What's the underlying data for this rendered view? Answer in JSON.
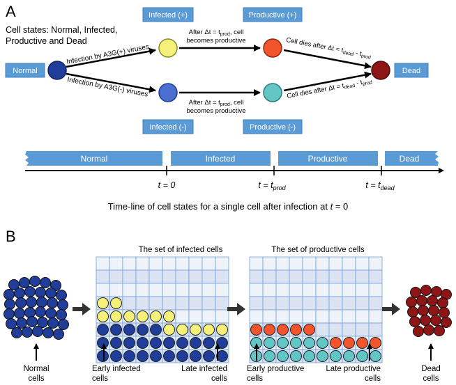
{
  "panel_a": {
    "label": "A",
    "cell_states_line1": "Cell states: Normal, Infected,",
    "cell_states_line2": "Productive and Dead",
    "boxes": {
      "normal": "Normal",
      "dead": "Dead",
      "infected_plus": "Infected (+)",
      "productive_plus": "Productive (+)",
      "infected_minus": "Infected (-)",
      "productive_minus": "Productive (-)"
    },
    "arrows": {
      "infection_plus": "Infection by A3G(+) viruses",
      "infection_minus": "Infection by A3G(-) viruses",
      "becomes_prod_line1_plus": "After Δt = t",
      "prod_sub": "prod",
      "becomes_prod_suffix": ", cell",
      "becomes_prod_line2": "becomes productive",
      "dies_prefix": "Cell dies after Δt = t",
      "dead_sub": "dead",
      "minus_t": " - t",
      "prod_sub2": "prod"
    },
    "timeline": {
      "segments": [
        "Normal",
        "Infected",
        "Productive",
        "Dead"
      ],
      "t0": "t = 0",
      "tprod_t": "t = t",
      "tprod_sub": "prod",
      "tdead_t": "t = t",
      "tdead_sub": "dead",
      "caption_prefix": "Time-line of cell states for a single cell after infection at ",
      "caption_t": "t",
      "caption_suffix": " = 0"
    }
  },
  "panel_b": {
    "label": "B",
    "infected_title": "The set of infected cells",
    "productive_title": "The set of productive cells",
    "labels": {
      "normal": [
        "Normal",
        "cells"
      ],
      "early_infected": [
        "Early infected",
        "cells"
      ],
      "late_infected": [
        "Late infected",
        "cells"
      ],
      "early_productive": [
        "Early productive",
        "cells"
      ],
      "late_productive": [
        "Late productive",
        "cells"
      ],
      "dead": [
        "Dead",
        "cells"
      ]
    }
  },
  "colors": {
    "box_blue": "#5b9bd5",
    "normal_cell": "#1f3d99",
    "infected_plus_cell": "#f5f07a",
    "productive_plus_cell": "#f2552c",
    "productive_minus_cell": "#63c6c6",
    "dead_cell": "#8e1515",
    "grid_fill": "#dbe3f3",
    "grid_fill_light": "#eef2f9",
    "grid_line": "#6fa0d8"
  }
}
